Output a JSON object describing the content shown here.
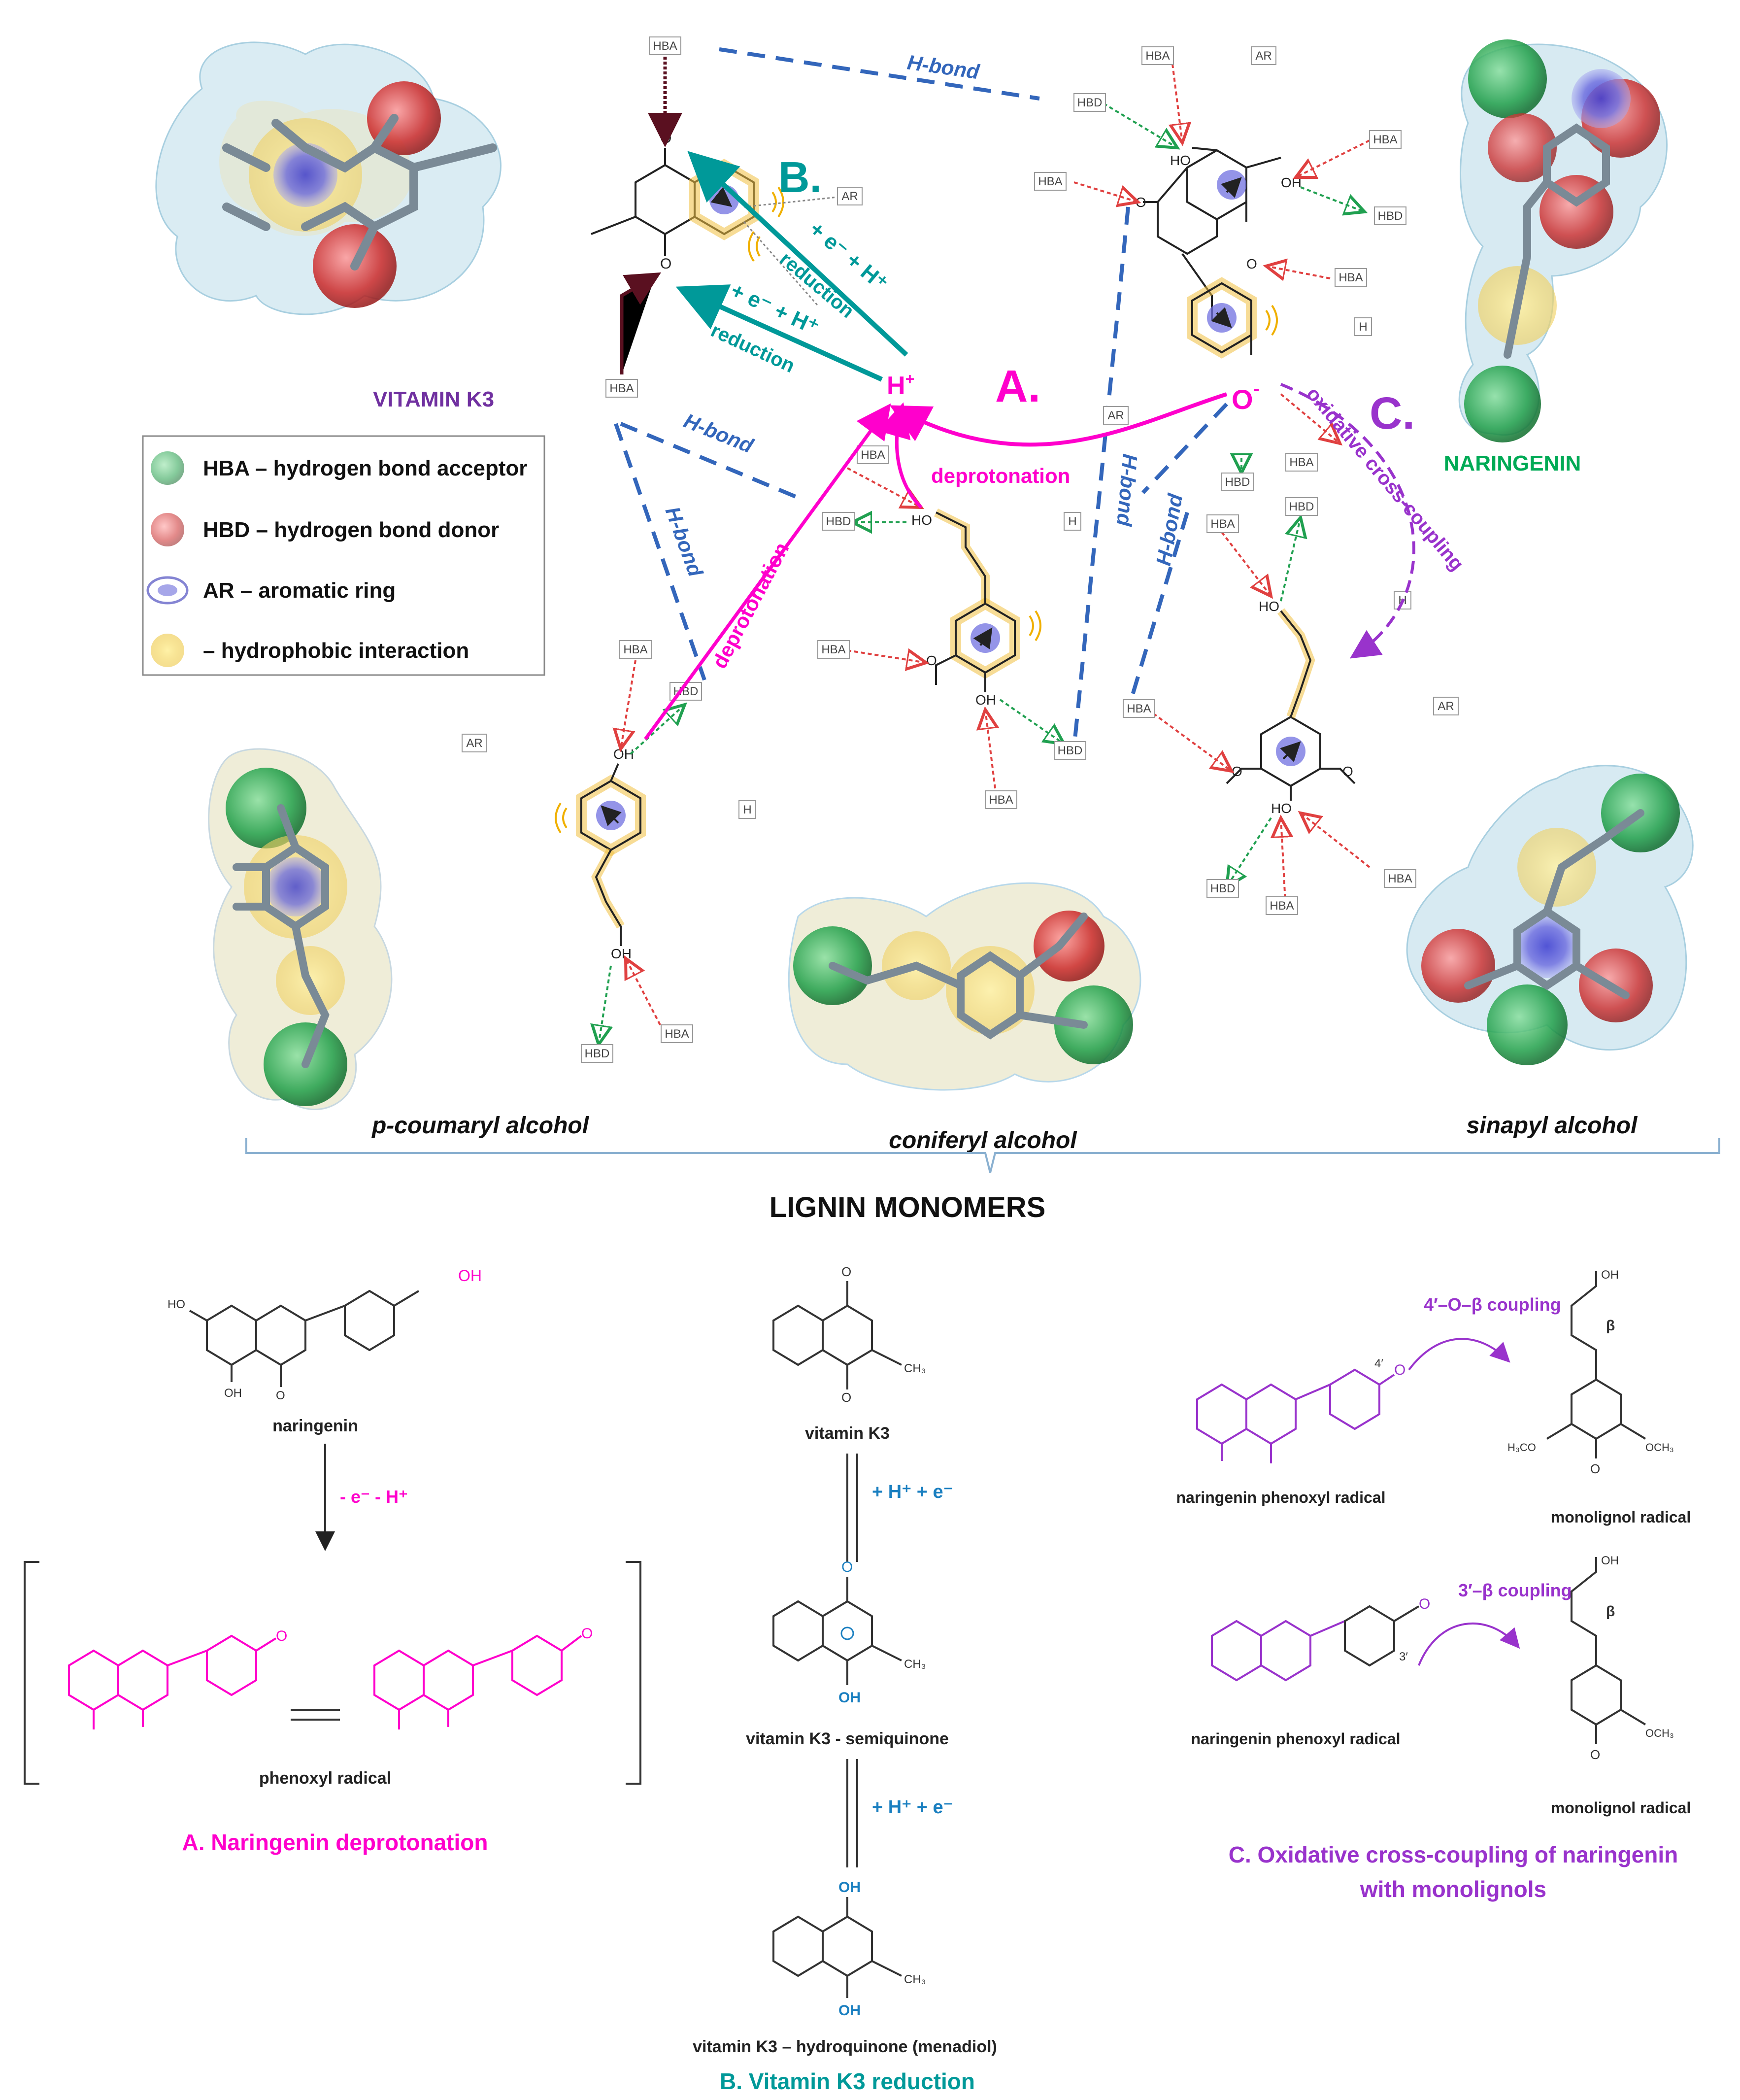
{
  "labels": {
    "vitamin_k3": "VITAMIN K3",
    "naringenin": "NARINGENIN",
    "pcoumaryl": "p-coumaryl alcohol",
    "coniferyl": "coniferyl alcohol",
    "sinapyl": "sinapyl alcohol",
    "lignin_monomers": "LIGNIN MONOMERS",
    "section_A": "A.",
    "section_B": "B.",
    "section_C": "C.",
    "h_plus": "H",
    "o_minus": "O"
  },
  "legend": {
    "hba": "HBA – hydrogen bond acceptor",
    "hbd": "HBD – hydrogen bond donor",
    "ar": "AR – aromatic ring",
    "hyd": "– hydrophobic interaction"
  },
  "arrows": {
    "deprotonation": "deprotonation",
    "oxidative": "oxidative cross-coupling",
    "hbond": "H-bond",
    "reduction1": "+ e⁻ + H⁺",
    "reduction1_sub": "reduction",
    "reduction2": "+ e⁻ + H⁺",
    "reduction2_sub": "reduction"
  },
  "pharmacophore_tags": {
    "hba": "HBA",
    "hbd": "HBD",
    "ar": "AR",
    "h": "H"
  },
  "atoms": {
    "oh": "OH",
    "ho": "HO",
    "o": "O"
  },
  "bottom_left": {
    "naringenin": "naringenin",
    "condition": "- e⁻ - H⁺",
    "phenoxyl": "phenoxyl radical",
    "title": "A. Naringenin deprotonation"
  },
  "bottom_mid": {
    "vk3": "vitamin K3",
    "step1": "+ H⁺ + e⁻",
    "semi": "vitamin K3 - semiquinone",
    "step2": "+ H⁺ + e⁻",
    "hydro": "vitamin K3 – hydroquinone (menadiol)",
    "title": "B. Vitamin K3 reduction",
    "ch3": "CH₃"
  },
  "bottom_right": {
    "coupling1": "4′–O–β coupling",
    "coupling2": "3′–β coupling",
    "nar_radical": "naringenin phenoxyl radical",
    "mono_radical": "monolignol radical",
    "title_line1": "C. Oxidative cross-coupling of naringenin",
    "title_line2": "with monolignols",
    "beta": "β",
    "och3": "OCH₃",
    "h3co": "H₃CO",
    "four_prime": "4′",
    "three_prime": "3′"
  },
  "colors": {
    "magenta": "#ff00cc",
    "teal": "#009999",
    "purple": "#9933cc",
    "blue_dash": "#3366bb",
    "green": "#00aa55",
    "dark_purple": "#7030a0"
  }
}
